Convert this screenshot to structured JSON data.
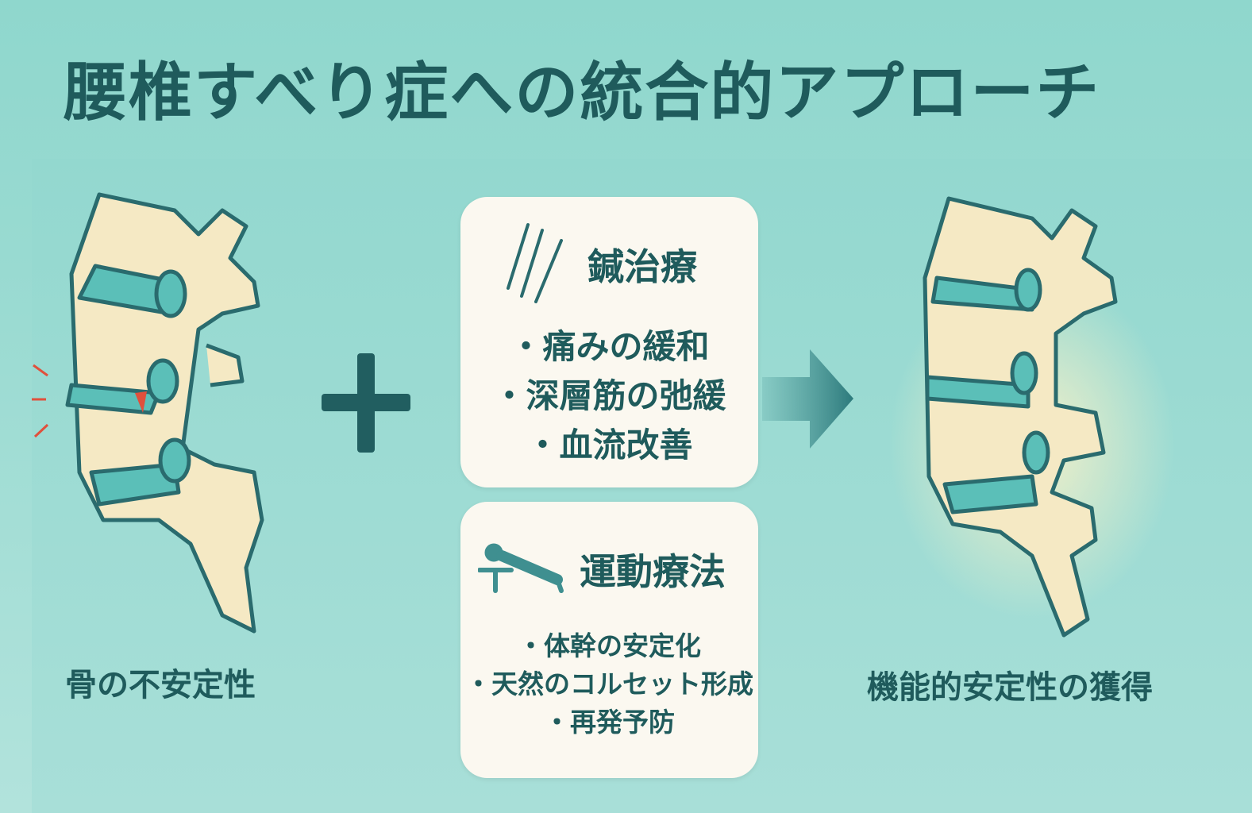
{
  "title": "腰椎すべり症への統合的アプローチ",
  "left": {
    "caption": "骨の不安定性"
  },
  "right": {
    "caption": "機能的安定性の獲得"
  },
  "acupuncture": {
    "icon": "needles-icon",
    "title": "鍼治療",
    "items": [
      "・痛みの緩和",
      "・深層筋の弛緩",
      "・血流改善"
    ]
  },
  "exercise": {
    "icon": "plank-exercise-icon",
    "title": "運動療法",
    "items": [
      "・体幹の安定化",
      "・天然のコルセット形成",
      "・再発予防"
    ]
  },
  "colors": {
    "text": "#1f5b5c",
    "bone": "#f5e9c4",
    "outline": "#2a6b6e",
    "disc": "#5bbfb8",
    "pain": "#e0503c",
    "card": "#fbf8f0"
  }
}
